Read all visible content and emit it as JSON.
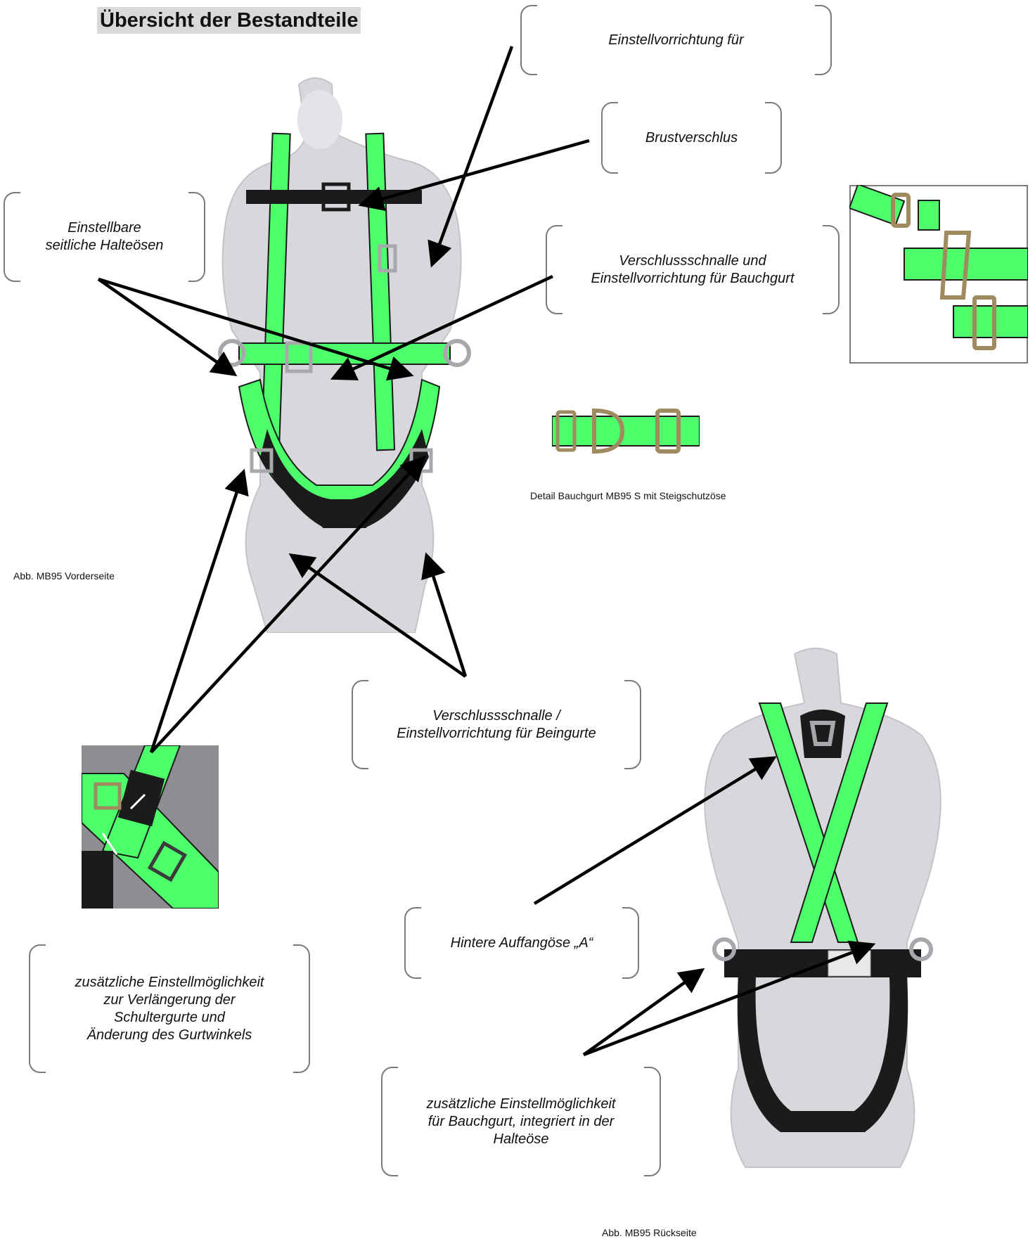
{
  "title": "Übersicht der Bestandteile",
  "callouts": {
    "einstellvorrichtung": "Einstellvorrichtung für",
    "brustverschluss": "Brustverschlus",
    "halteoesen": "Einstellbare\nseitliche Halteösen",
    "bauchgurt_schnalle": "Verschlussschnalle und\nEinstellvorrichtung für Bauchgurt",
    "beingurte": "Verschlussschnalle /\nEinstellvorrichtung für Beingurte",
    "schultergurte": "zusätzliche Einstellmöglichkeit\nzur Verlängerung der\nSchultergurte und\nÄnderung des Gurtwinkels",
    "auffangoese": "Hintere Auffangöse „A“",
    "bauchgurt_halteoese": "zusätzliche Einstellmöglichkeit\nfür Bauchgurt, integriert in der\nHalteöse"
  },
  "captions": {
    "detail_bauchgurt": "Detail Bauchgurt MB95 S mit Steigschutzöse",
    "vorderseite": "Abb. MB95 Vorderseite",
    "rueckseite": "Abb. MB95 Rückseite"
  },
  "colors": {
    "strap_green": "#4dff6a",
    "strap_dark": "#1b1b1b",
    "mannequin": "#d8d8dc",
    "metal": "#a8a8ac",
    "arrow": "#000000"
  }
}
